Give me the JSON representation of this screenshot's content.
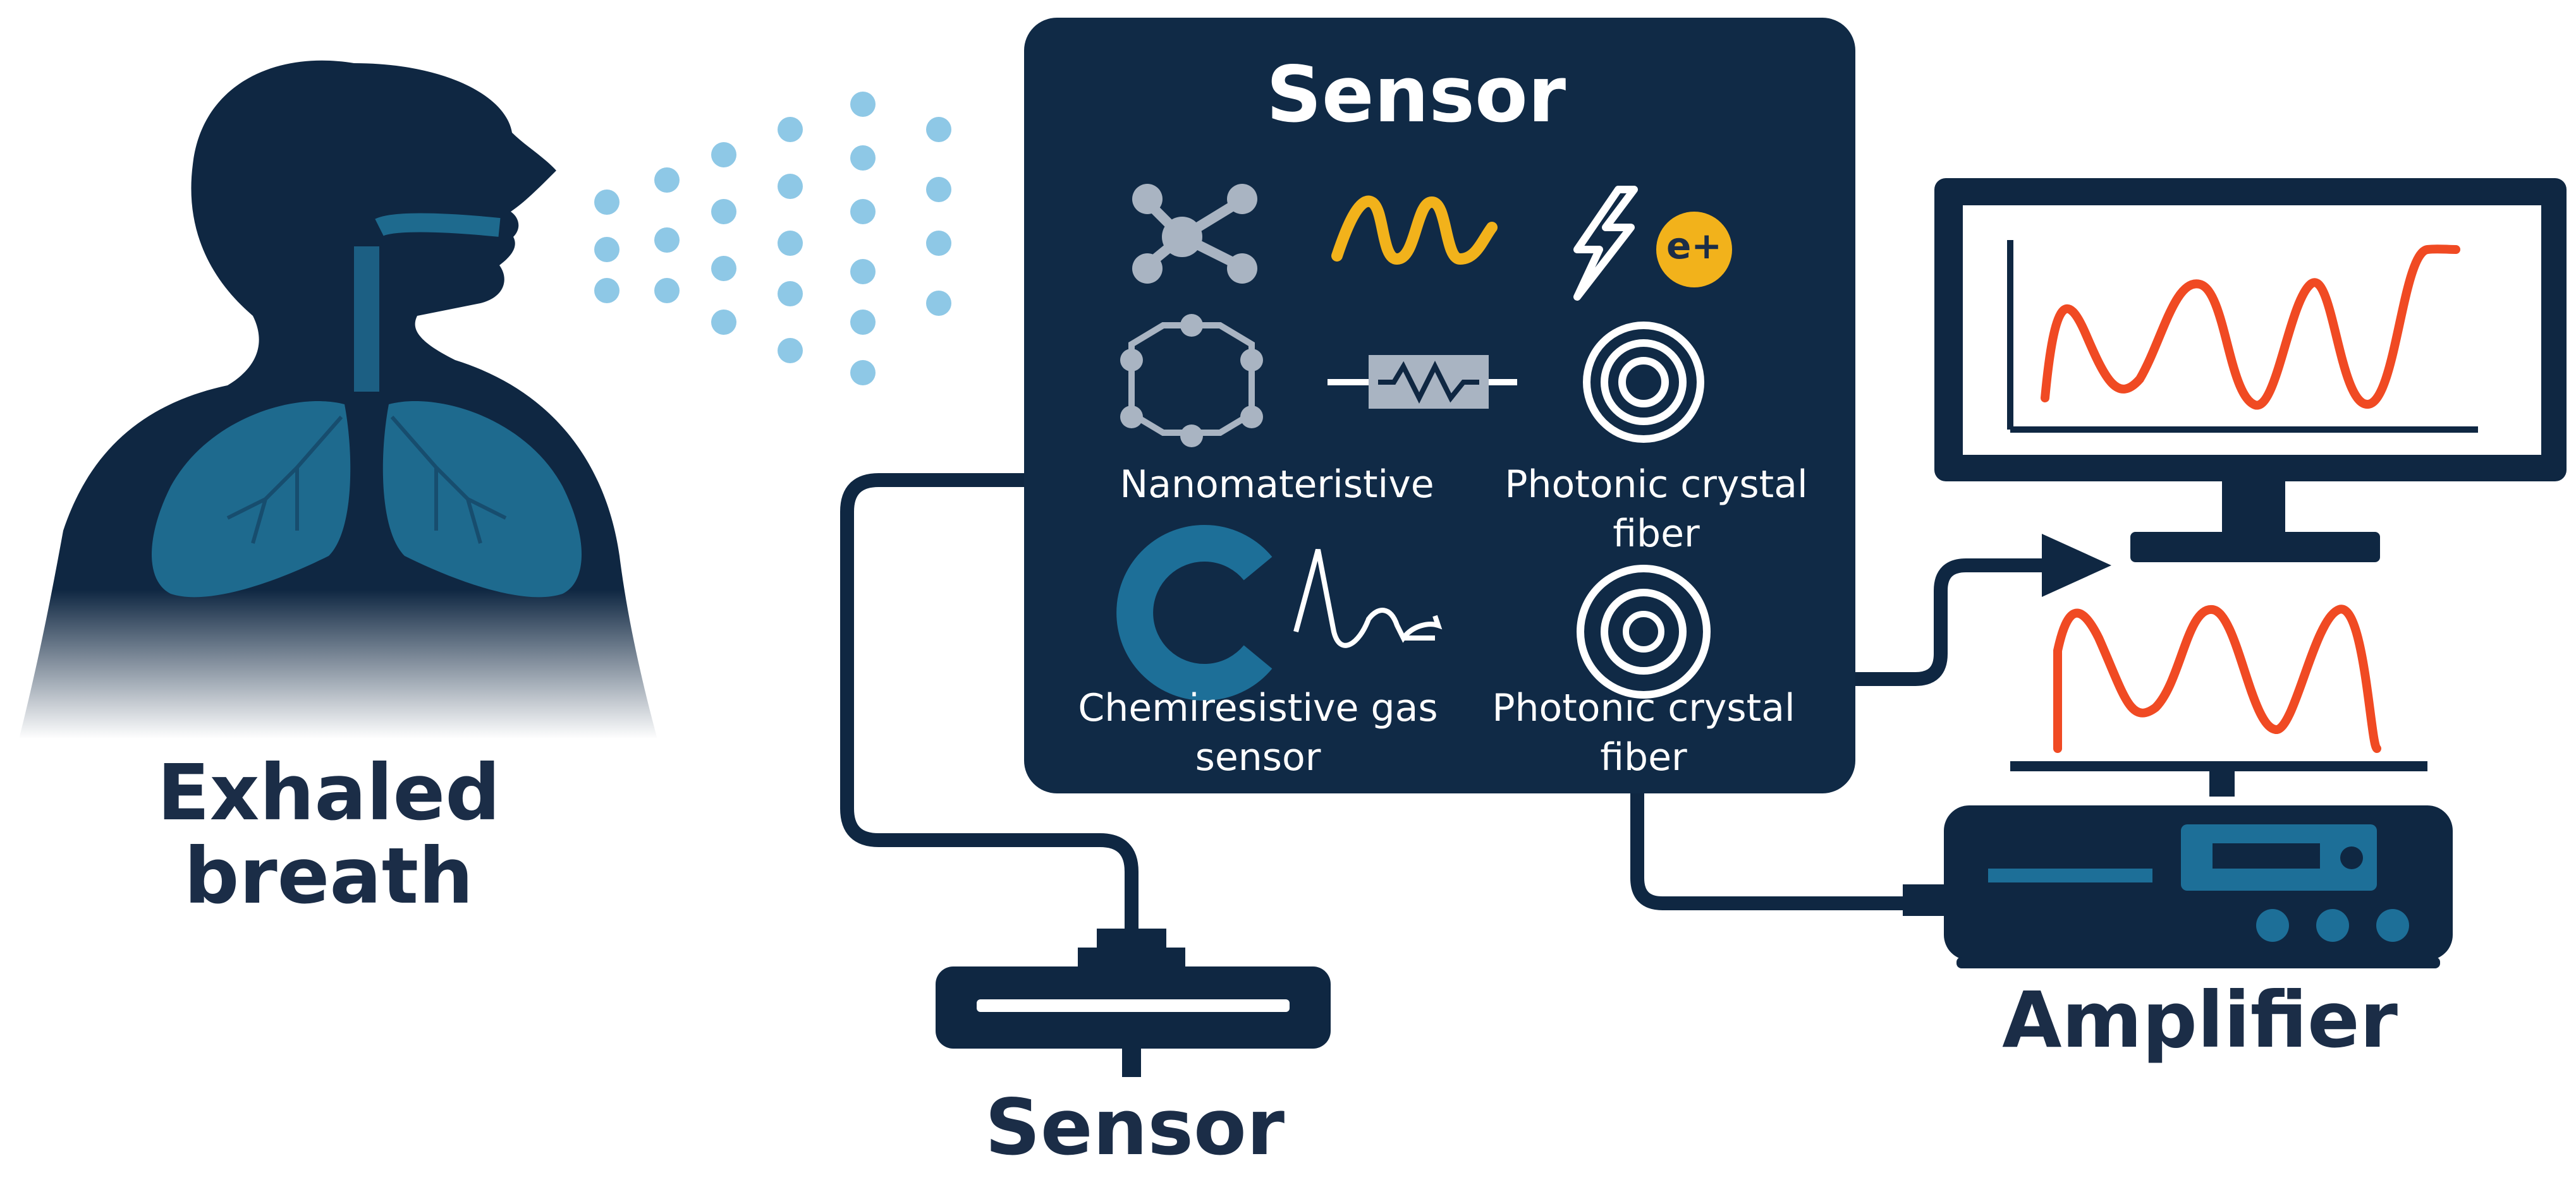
{
  "labels": {
    "exhaled_breath": "Exhaled breath",
    "sensor_panel_title": "Sensor",
    "nanomaterial_label": "Nanomateristive",
    "photonic_fiber_label_1": "Photonic crystal fiber",
    "chemiresistive_label": "Chemiresistive gas sensor",
    "photonic_fiber_label_2": "Photonic crystal fiber",
    "sensor_device_label": "Sensor",
    "amplifier_label": "Amplifier",
    "electron_badge": "e+"
  },
  "colors": {
    "navy": "#0f2742",
    "panel": "#102a46",
    "label_text": "#1b2d47",
    "breath_dots": "#8ec8e6",
    "lungs": "#1e6a8e",
    "signal": "#f04a23",
    "accent_yellow": "#f2b21b",
    "accent_teal": "#1d6f98"
  },
  "icons": {
    "person": "human-silhouette-icon",
    "breath": "breath-dots-icon",
    "molecule": "molecule-icon",
    "wave": "wave-icon",
    "lightning": "lightning-bolt-icon",
    "electron": "electron-badge-icon",
    "hexagon": "hexagon-molecule-icon",
    "resistor": "resistor-icon",
    "fiber": "concentric-circles-icon",
    "chemical": "chemical-c-icon",
    "monitor": "monitor-icon",
    "amplifier": "amplifier-device-icon",
    "sensor_device": "sensor-device-icon"
  }
}
